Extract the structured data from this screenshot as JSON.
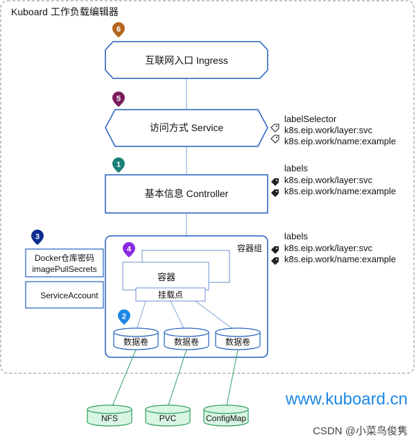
{
  "editor_title": "Kuboard 工作负载编辑器",
  "nodes": {
    "ingress": {
      "label": "互联网入口 Ingress",
      "badge": "6"
    },
    "service": {
      "label": "访问方式 Service",
      "badge": "5"
    },
    "controller": {
      "label": "基本信息 Controller",
      "badge": "1"
    },
    "pod": {
      "label": "容器组"
    },
    "container": {
      "label": "容器",
      "badge": "4"
    },
    "mount": {
      "label": "挂载点"
    },
    "docker_secret": {
      "line1": "Docker仓库密码",
      "line2": "imagePullSecrets",
      "badge": "3"
    },
    "service_account": {
      "label": "ServiceAccount"
    },
    "volumes": {
      "label": "数据卷",
      "badge": "2"
    }
  },
  "service_annotation": {
    "title": "labelSelector",
    "items": [
      "k8s.eip.work/layer:svc",
      "k8s.eip.work/name:example"
    ]
  },
  "controller_annotation": {
    "title": "labels",
    "items": [
      "k8s.eip.work/layer:svc",
      "k8s.eip.work/name:example"
    ]
  },
  "pod_annotation": {
    "title": "labels",
    "items": [
      "k8s.eip.work/layer:svc",
      "k8s.eip.work/name:example"
    ]
  },
  "storage": [
    "NFS",
    "PVC",
    "ConfigMap"
  ],
  "brand_url": "www.kuboard.cn",
  "watermark": "CSDN @小菜鸟俊隽",
  "colors": {
    "blue": "#1f5fbf",
    "green": "#2e9e5f",
    "green_fill": "#d9f5e3",
    "badge_ingress": "#b5651d",
    "badge_service": "#7a1b5c",
    "badge_controller": "#1a7f74",
    "badge_secret": "#0b2d8f",
    "badge_container": "#8a2be2",
    "badge_volume": "#1e88e5",
    "brand": "#1e88e5"
  }
}
